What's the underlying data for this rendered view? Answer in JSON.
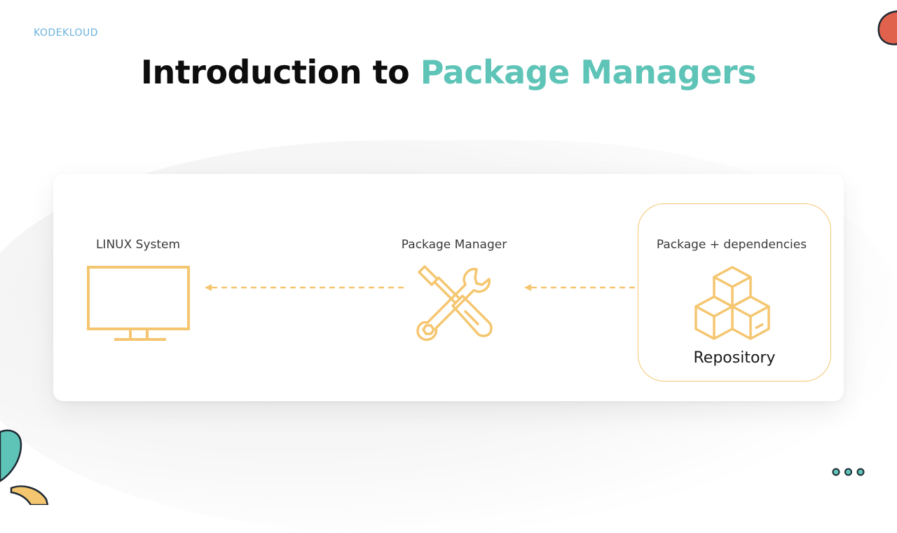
{
  "brand": {
    "logo_text": "KODEKLOUD"
  },
  "title": {
    "prefix": "Introduction to ",
    "accent": "Package Managers"
  },
  "diagram": {
    "nodes": [
      {
        "id": "linux",
        "label": "LINUX System",
        "icon": "monitor-icon"
      },
      {
        "id": "pm",
        "label": "Package Manager",
        "icon": "tools-icon"
      },
      {
        "id": "pkg",
        "label": "Package + dependencies",
        "icon": "boxes-icon",
        "container_label": "Repository"
      }
    ],
    "edges": [
      {
        "from": "pkg",
        "to": "pm",
        "style": "dashed-arrow"
      },
      {
        "from": "pm",
        "to": "linux",
        "style": "dashed-arrow"
      }
    ]
  },
  "colors": {
    "accent_teal": "#5fc4b8",
    "icon_orange": "#f5c670",
    "title_black": "#0d0d0d"
  },
  "decor": {
    "nav_dots_icon": "three-dots-icon"
  }
}
